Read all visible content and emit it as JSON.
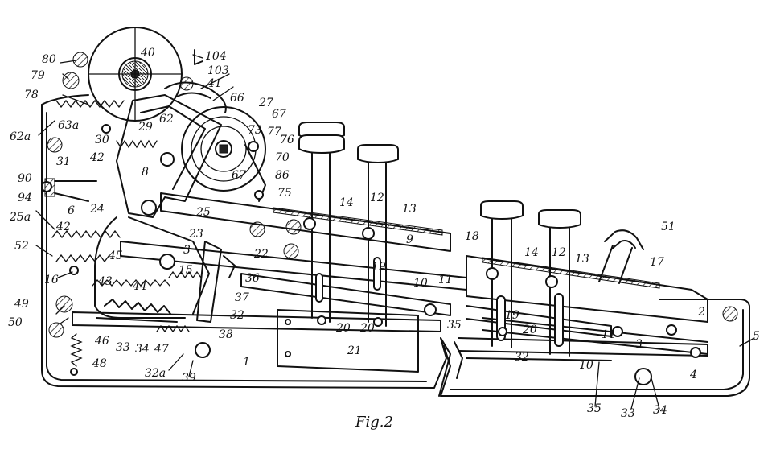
{
  "figure": {
    "caption": "Fig.2",
    "labels": [
      "80",
      "40",
      "104",
      "79",
      "103",
      "78",
      "41",
      "66",
      "27",
      "67",
      "62",
      "63a",
      "62a",
      "29",
      "73",
      "77",
      "76",
      "30",
      "31",
      "42",
      "8",
      "70",
      "86",
      "67",
      "90",
      "94",
      "75",
      "14",
      "12",
      "13",
      "24",
      "6",
      "25",
      "25a",
      "42",
      "23",
      "22",
      "9",
      "18",
      "14",
      "12",
      "13",
      "51",
      "17",
      "52",
      "3",
      "45",
      "15",
      "19",
      "19",
      "10",
      "11",
      "16",
      "43",
      "44",
      "36",
      "37",
      "49",
      "50",
      "32",
      "46",
      "33",
      "34",
      "47",
      "38",
      "20",
      "20",
      "35",
      "21",
      "20",
      "2",
      "11",
      "3",
      "5",
      "4",
      "48",
      "32a",
      "39",
      "1",
      "32",
      "10",
      "35",
      "33",
      "34"
    ]
  },
  "colors": {
    "ink": "#111111",
    "paper": "#ffffff"
  }
}
